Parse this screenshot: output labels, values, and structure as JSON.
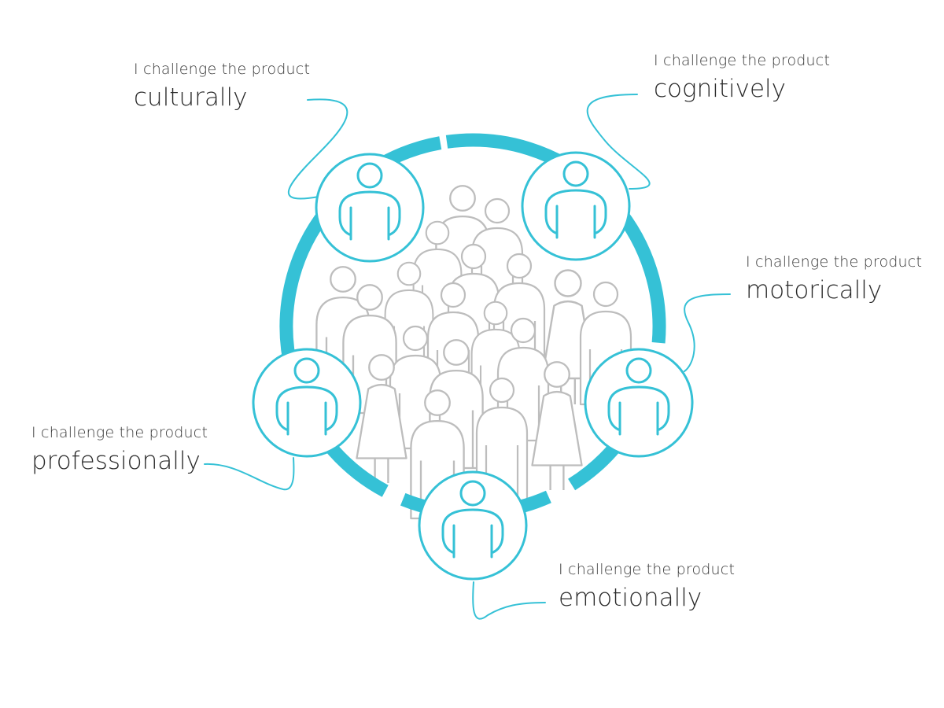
{
  "colors": {
    "accent": "#35c1d6",
    "crowd": "#bdbdbd",
    "text": "#2a2a2a"
  },
  "callouts": [
    {
      "id": "culturally",
      "lead": "I challenge the product",
      "word": "culturally"
    },
    {
      "id": "cognitively",
      "lead": "I challenge the product",
      "word": "cognitively"
    },
    {
      "id": "motorically",
      "lead": "I challenge the product",
      "word": "motorically"
    },
    {
      "id": "professionally",
      "lead": "I challenge the product",
      "word": "professionally"
    },
    {
      "id": "emotionally",
      "lead": "I challenge the product",
      "word": "emotionally"
    }
  ],
  "icons": {
    "persona": "person-icon",
    "crowd": "crowd-person-icon"
  }
}
